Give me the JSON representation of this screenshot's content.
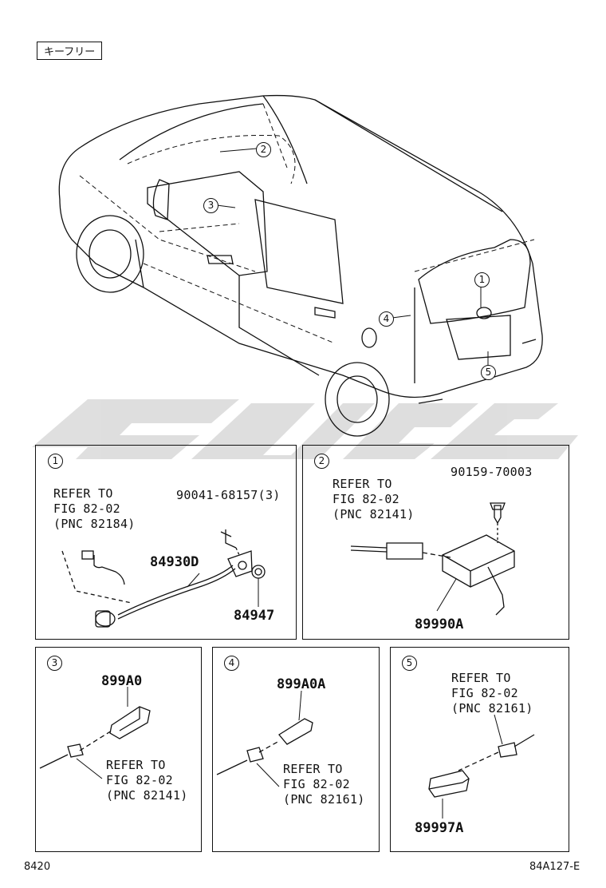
{
  "header": {
    "tag": "キーフリー"
  },
  "car_callouts": [
    "1",
    "2",
    "3",
    "4",
    "5"
  ],
  "panels": [
    {
      "id": "1",
      "refer": [
        "REFER TO",
        "FIG 82-02",
        "(PNC 82184)"
      ],
      "parts": {
        "bolt": "90041-68157(3)",
        "cable": "84930D",
        "grommet": "84947"
      }
    },
    {
      "id": "2",
      "refer": [
        "REFER TO",
        "FIG 82-02",
        "(PNC 82141)"
      ],
      "parts": {
        "screw": "90159-70003",
        "unit": "89990A"
      }
    },
    {
      "id": "3",
      "refer": [
        "REFER TO",
        "FIG 82-02",
        "(PNC 82141)"
      ],
      "parts": {
        "antenna": "899A0"
      }
    },
    {
      "id": "4",
      "refer": [
        "REFER TO",
        "FIG 82-02",
        "(PNC 82161)"
      ],
      "parts": {
        "antenna": "899A0A"
      }
    },
    {
      "id": "5",
      "refer": [
        "REFER TO",
        "FIG 82-02",
        "(PNC 82161)"
      ],
      "parts": {
        "antenna": "89997A"
      }
    }
  ],
  "footer": {
    "page": "8420",
    "figure": "84A127-E"
  },
  "colors": {
    "line": "#111111",
    "watermark": "#d9d9d9"
  }
}
